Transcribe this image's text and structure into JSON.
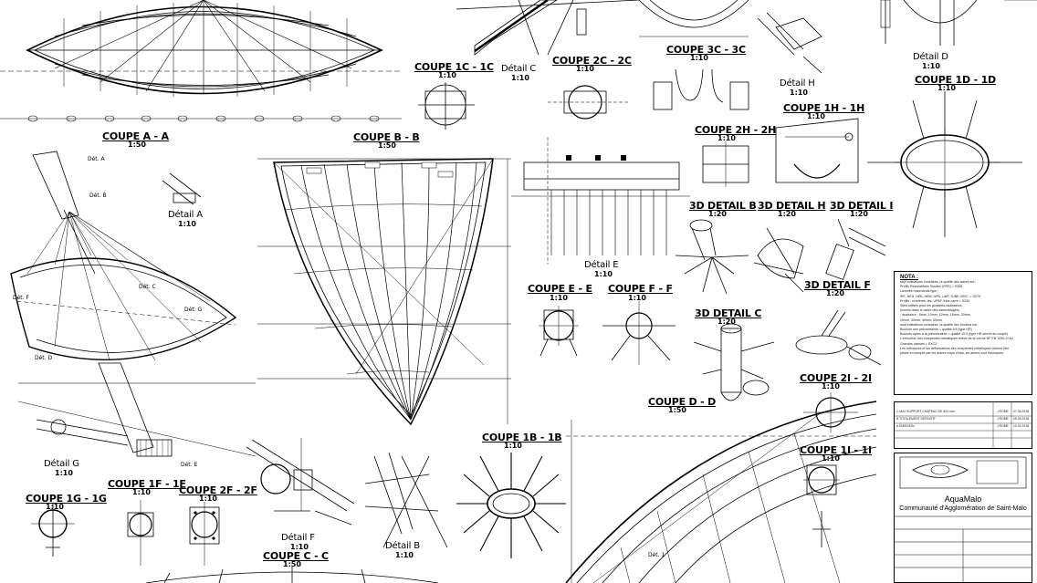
{
  "sections": {
    "coupe_aa": {
      "title": "COUPE A - A",
      "scale": "1:50"
    },
    "coupe_bb": {
      "title": "COUPE B - B",
      "scale": "1:50"
    },
    "coupe_cc": {
      "title": "COUPE C - C",
      "scale": "1:50"
    },
    "coupe_dd": {
      "title": "COUPE D - D",
      "scale": "1:50"
    },
    "coupe_ee": {
      "title": "COUPE E - E",
      "scale": "1:10"
    },
    "coupe_ff": {
      "title": "COUPE F - F",
      "scale": "1:10"
    },
    "coupe_1c": {
      "title": "COUPE 1C - 1C",
      "scale": "1:10"
    },
    "coupe_2c": {
      "title": "COUPE 2C - 2C",
      "scale": "1:10"
    },
    "coupe_3c": {
      "title": "COUPE 3C - 3C",
      "scale": "1:10"
    },
    "coupe_1d": {
      "title": "COUPE 1D - 1D",
      "scale": "1:10"
    },
    "coupe_1h": {
      "title": "COUPE 1H - 1H",
      "scale": "1:10"
    },
    "coupe_2h": {
      "title": "COUPE 2H - 2H",
      "scale": "1:10"
    },
    "coupe_1b": {
      "title": "COUPE 1B - 1B",
      "scale": "1:10"
    },
    "coupe_1f": {
      "title": "COUPE 1F - 1F",
      "scale": "1:10"
    },
    "coupe_2f": {
      "title": "COUPE 2F - 2F",
      "scale": "1:10"
    },
    "coupe_1g": {
      "title": "COUPE 1G - 1G",
      "scale": "1:10"
    },
    "coupe_2i": {
      "title": "COUPE 2I - 2I",
      "scale": "1:10"
    },
    "coupe_1i": {
      "title": "COUPE 1I - 1I",
      "scale": "1:10"
    },
    "detail_a": {
      "title": "Détail A",
      "scale": "1:10"
    },
    "detail_b": {
      "title": "Détail B",
      "scale": "1:10"
    },
    "detail_c": {
      "title": "Détail C",
      "scale": "1:10"
    },
    "detail_d": {
      "title": "Détail D",
      "scale": "1:10"
    },
    "detail_e": {
      "title": "Détail E",
      "scale": "1:10"
    },
    "detail_f": {
      "title": "Détail F",
      "scale": "1:10"
    },
    "detail_g": {
      "title": "Détail G",
      "scale": "1:10"
    },
    "detail_h": {
      "title": "Détail H",
      "scale": "1:10"
    },
    "d3_b": {
      "title": "3D DETAIL B",
      "scale": "1:20"
    },
    "d3_h": {
      "title": "3D DETAIL H",
      "scale": "1:20"
    },
    "d3_i": {
      "title": "3D DETAIL I",
      "scale": "1:20"
    },
    "d3_c": {
      "title": "3D DETAIL C",
      "scale": "1:20"
    },
    "d3_f": {
      "title": "3D DETAIL F",
      "scale": "1:20"
    }
  },
  "callouts": {
    "det_a": "Dét. A",
    "det_b": "Dét. B",
    "det_c": "Dét. C",
    "det_d": "Dét. D",
    "det_e": "Dét. E",
    "det_f": "Dét. F",
    "det_g": "Dét. G",
    "det_1": "Dét. 1"
  },
  "notes": {
    "title": "NOTA :",
    "lines": [
      "sauf indications contraires, la qualité des aciers est :",
      "Profils Reconstitués Soudés (PRS) = S355",
      "Laminés marchands type :",
      "IPE, HEA, HEB, HEM, UPN, UAP, TUBE CIRC. = S275",
      "Profils : cornières, tés, UPAF, tube carré = S235",
      "Sites utilisés pour les goussets,raidisseurs",
      "(hormis dans le cadre des assemblages) :",
      "- épaisseur : 8mm, 10mm, 12mm, 15mm, 20mm,",
      "25mm, 30mm, 40mm, 50mm",
      "sauf indications contraires, la qualité des boulons est :",
      "Boulons non précontraints = qualité 8.8 (type HR)",
      "Boulons aptes à la précontrainte = qualité 10.9 (type HR serrés au couple)",
      "L'exécution des charpentes métalliques relève de la norme NF EN 1090-2+A1",
      "Grandes classes = EXC2",
      "Les tolérances et les déformations des charpentes métalliques doivent être",
      "prises en compte par les autres corps d'état, les autres sont théoriques."
    ]
  },
  "revisions": [
    {
      "ind": "C",
      "desc": "MAJ SUPPORT CHAPEAU DE 50X mm",
      "by": "J.ROME",
      "date": "07.06.2018"
    },
    {
      "ind": "B",
      "desc": "TOTALEMENT DEFINITIF",
      "by": "J.ROME",
      "date": "09.05.2018"
    },
    {
      "ind": "A",
      "desc": "EMISSION",
      "by": "J.ROME",
      "date": "10.02.2018"
    }
  ],
  "cartouche": {
    "project": "AquaMalo",
    "client": "Communauté d'Agglomération de Saint-Malo"
  },
  "colors": {
    "ink": "#000000",
    "paper": "#ffffff",
    "grey": "#555555"
  }
}
